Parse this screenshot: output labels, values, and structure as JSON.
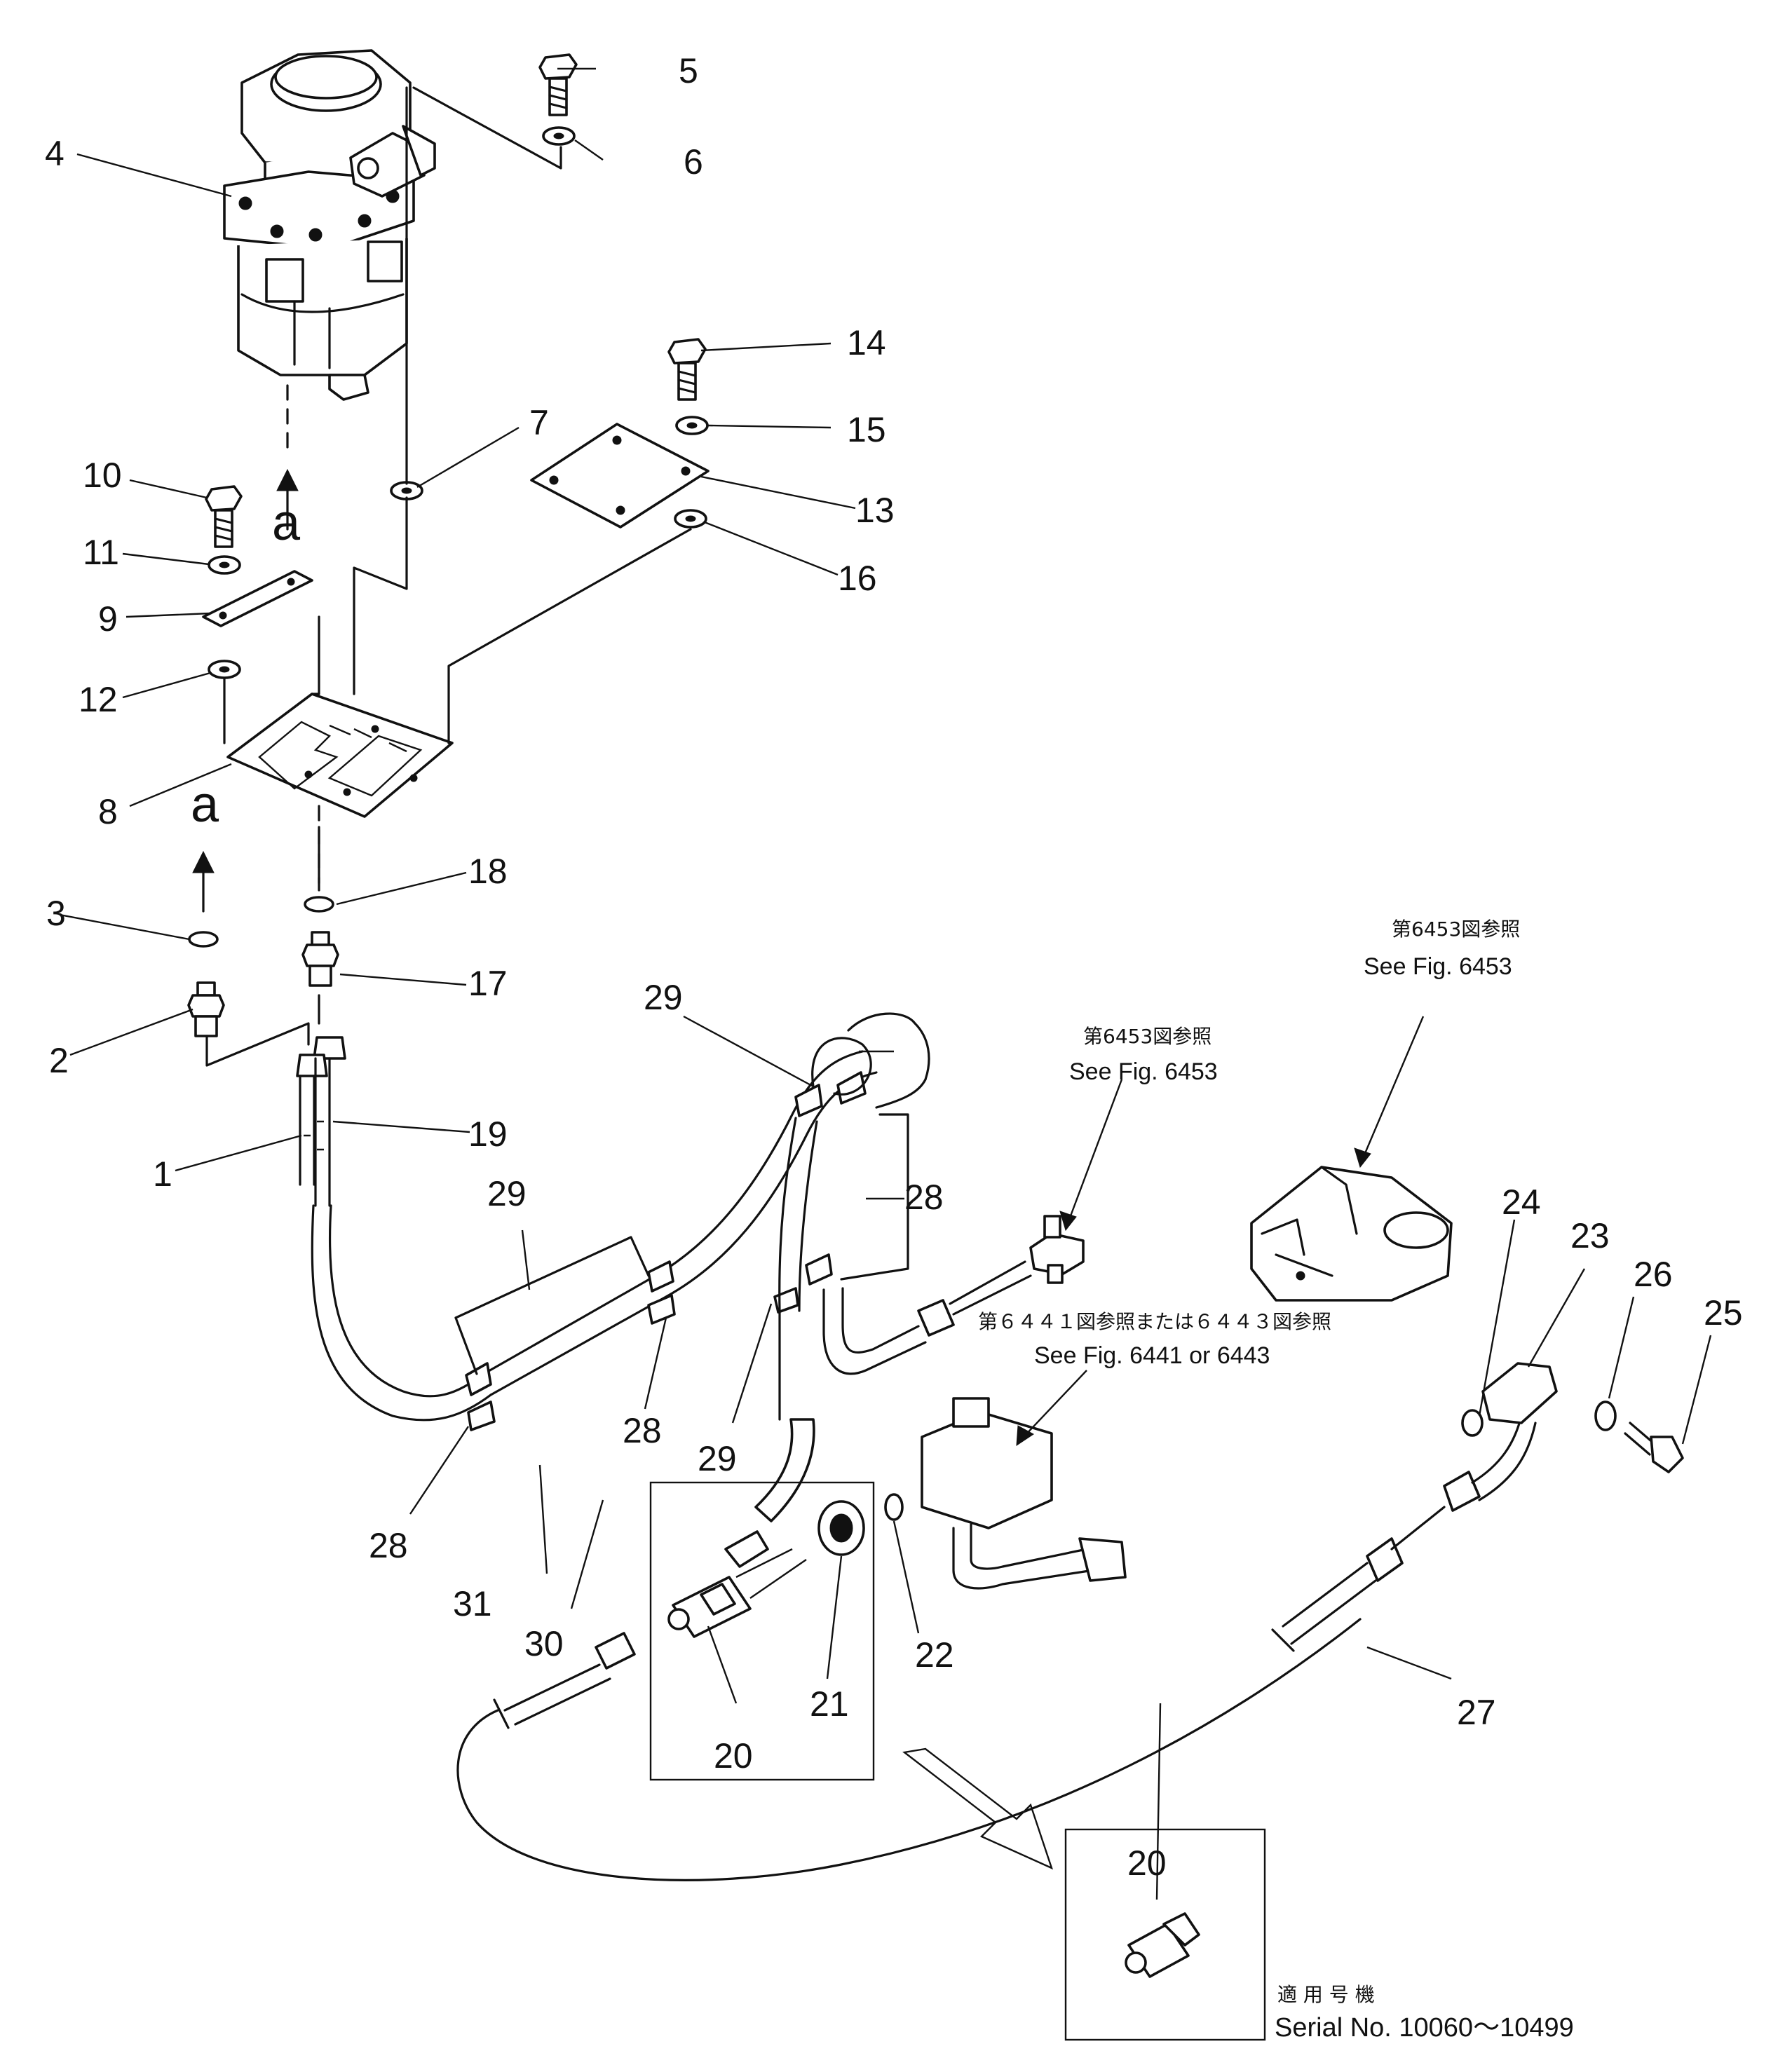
{
  "labels": {
    "p1": "1",
    "p2": "2",
    "p3": "3",
    "p4": "4",
    "p5": "5",
    "p6": "6",
    "p7": "7",
    "p8": "8",
    "p9": "9",
    "p10": "10",
    "p11": "11",
    "p12": "12",
    "p13": "13",
    "p14": "14",
    "p15": "15",
    "p16": "16",
    "p17": "17",
    "p18": "18",
    "p19": "19",
    "p20": "20",
    "p21": "21",
    "p22": "22",
    "p23": "23",
    "p24": "24",
    "p25": "25",
    "p26": "26",
    "p27": "27",
    "p28": "28",
    "p29": "29",
    "p30": "30",
    "p31": "31",
    "section": "a"
  },
  "references": {
    "ref1_jp": "第6453図参照",
    "ref1_en": "See Fig. 6453",
    "ref2_jp": "第6453図参照",
    "ref2_en": "See Fig. 6453",
    "ref3_jp": "第６４４１図参照または６４４３図参照",
    "ref3_en": "See Fig. 6441 or 6443"
  },
  "note": {
    "jp": "適 用 号 機",
    "serial": "Serial No. 10060～10499"
  }
}
